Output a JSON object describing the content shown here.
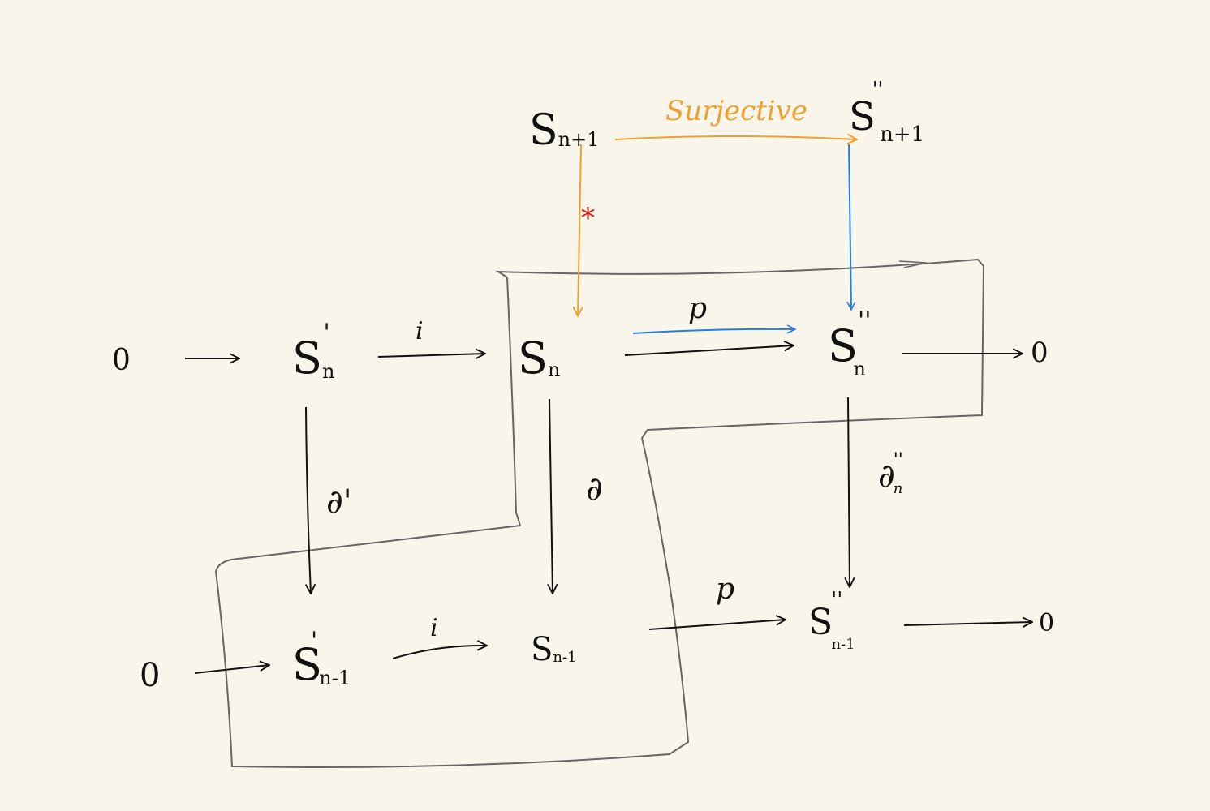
{
  "nodes": {
    "zero_left_top": "0",
    "zero_left_bottom": "0",
    "zero_right_top": "0",
    "zero_right_bottom": "0",
    "Sn_prime": {
      "base": "S",
      "sub": "n",
      "sup": "'"
    },
    "Sn": {
      "base": "S",
      "sub": "n"
    },
    "Sn_dprime": {
      "base": "S",
      "sub": "n",
      "sup": "''"
    },
    "Sn1_prime": {
      "base": "S",
      "sub": "n-1",
      "sup": "'"
    },
    "Sn1": {
      "base": "S",
      "sub": "n-1"
    },
    "Sn1_dprime": {
      "base": "S",
      "sub": "n-1",
      "sup": "''"
    },
    "Snp1": {
      "base": "S",
      "sub": "n+1"
    },
    "Snp1_dprime": {
      "base": "S",
      "sub": "n+1",
      "sup": "''"
    }
  },
  "maps": {
    "i_top": "i",
    "i_bottom": "i",
    "p_top": "p",
    "p_bottom": "p",
    "d_prime": "∂'",
    "d": "∂",
    "d_dprime": {
      "base": "∂",
      "sub": "n",
      "sup": "''"
    },
    "surjective": "Surjective",
    "star": "*"
  },
  "colors": {
    "ink": "#111111",
    "box": "#666666",
    "orange": "#f0a030",
    "blue": "#2a7de0",
    "red": "#d82020",
    "background": "#f8f6eb"
  }
}
